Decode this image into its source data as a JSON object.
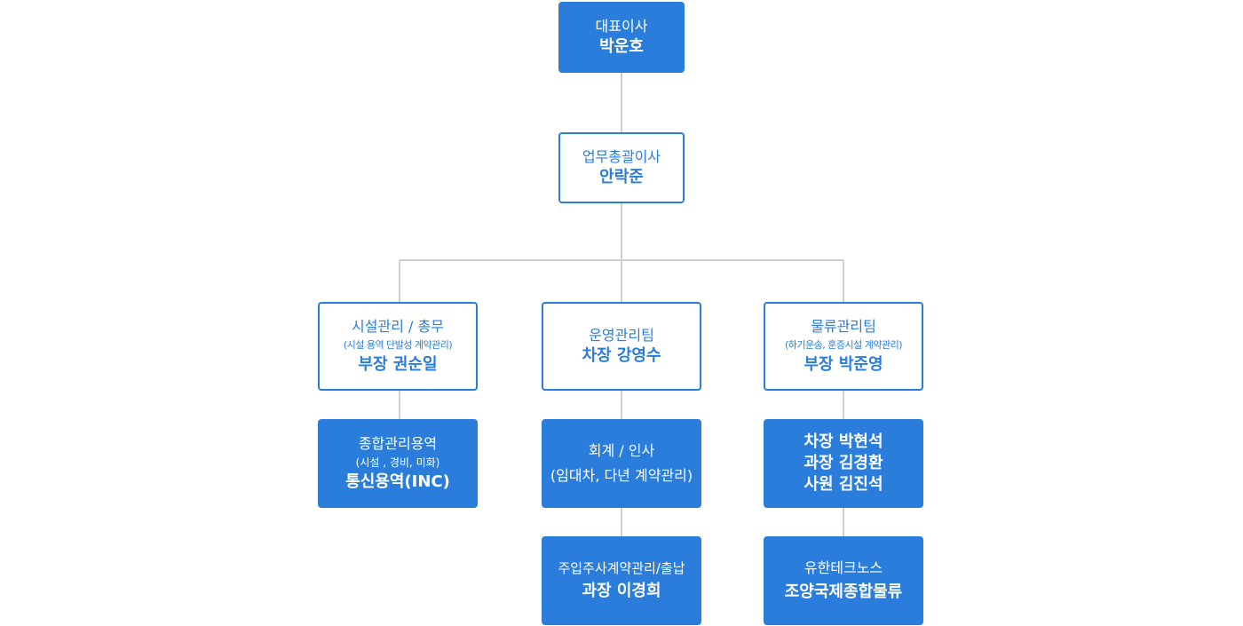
{
  "ceo": {
    "title": "대표이사",
    "name": "박운호"
  },
  "general_director": {
    "title": "업무총괄이사",
    "name": "안락준"
  },
  "teams": {
    "facility": {
      "title": "시설관리 / 총무",
      "sub": "(시설 용역 단발성 계약관리)",
      "name": "부장 권순일"
    },
    "operation": {
      "title": "운영관리팀",
      "name": "차장 강영수"
    },
    "logistics": {
      "title": "물류관리팀",
      "sub": "(하기운송, 훈증시설 계약관리)",
      "name": "부장 박준영"
    }
  },
  "facility_service": {
    "line1": "종합관리용역",
    "sub": "(시설 , 경비, 미화)",
    "line2": "통신용역(INC)"
  },
  "accounting": {
    "line1": "회계 / 인사",
    "line2": "(임대차, 다년 계약관리)"
  },
  "parking": {
    "line1": "주입주사계약관리/출납",
    "line2": "과장 이경희"
  },
  "logistics_staff": {
    "line1": "차장 박현석",
    "line2": "과장 김경환",
    "line3": "사원 김진석"
  },
  "partners": {
    "line1": "유한테크노스",
    "line2": "조양국제종합물류"
  },
  "colors": {
    "primary": "#2b7ddb",
    "connector": "#cfcfcf"
  }
}
